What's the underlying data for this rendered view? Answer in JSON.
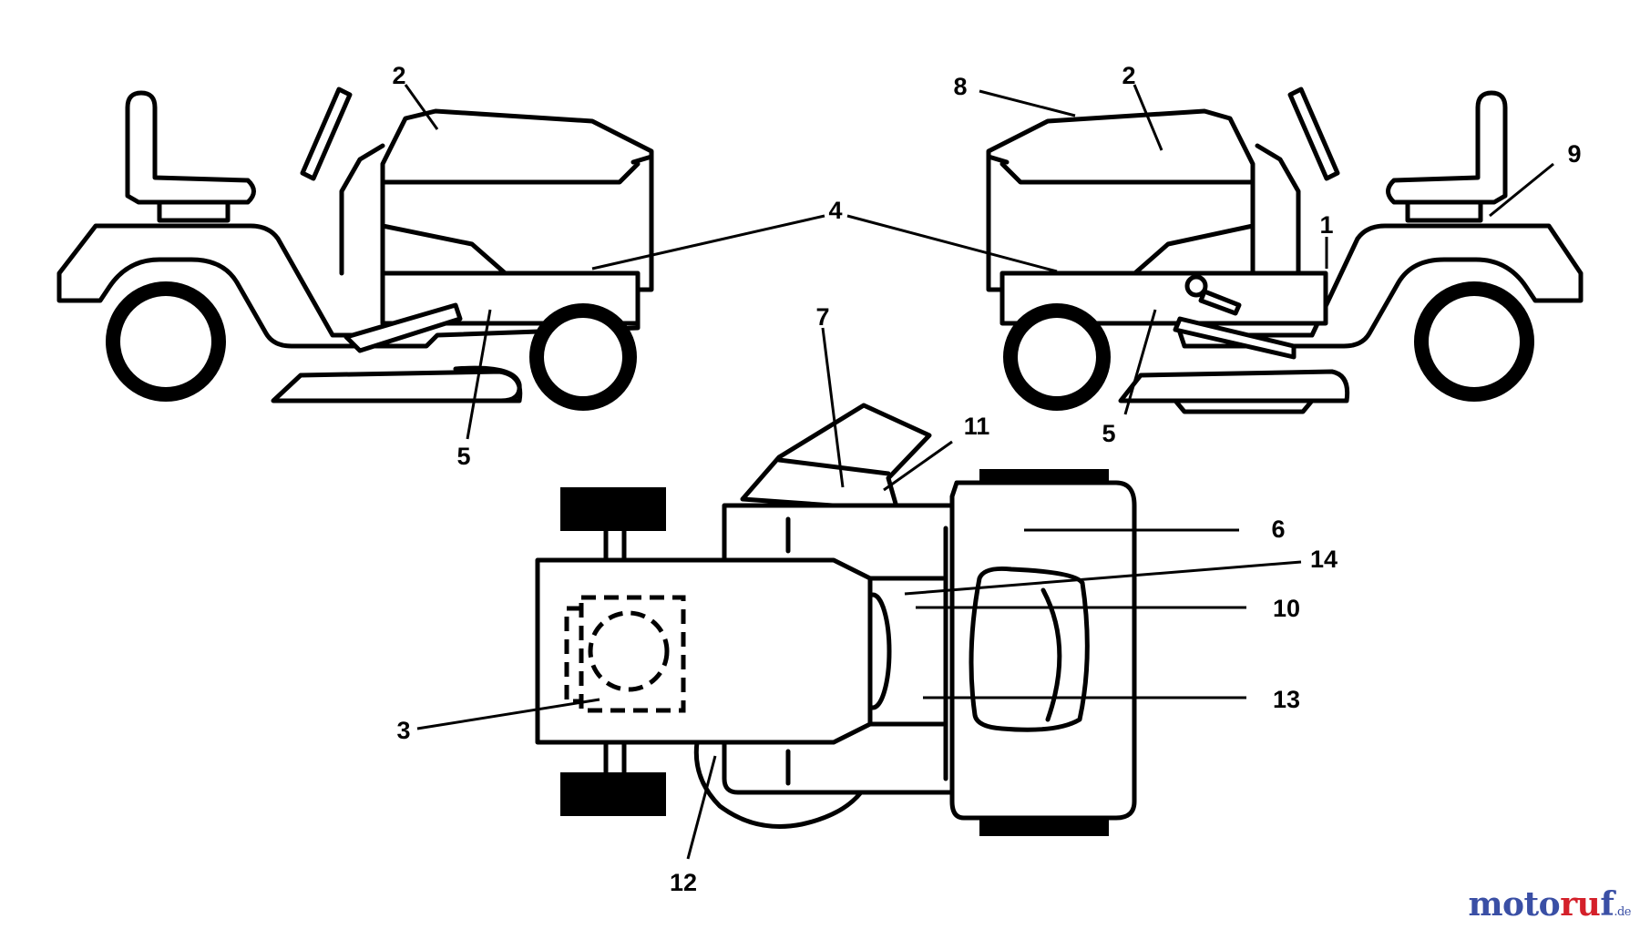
{
  "labels": {
    "l1": "1",
    "l2a": "2",
    "l2b": "2",
    "l3": "3",
    "l4": "4",
    "l5a": "5",
    "l5b": "5",
    "l6": "6",
    "l7": "7",
    "l8": "8",
    "l9": "9",
    "l10": "10",
    "l11": "11",
    "l12": "12",
    "l13": "13",
    "l14": "14"
  },
  "watermark": {
    "part1": "moto",
    "part2": "ru",
    "part3": "f",
    "suffix": ".de"
  }
}
